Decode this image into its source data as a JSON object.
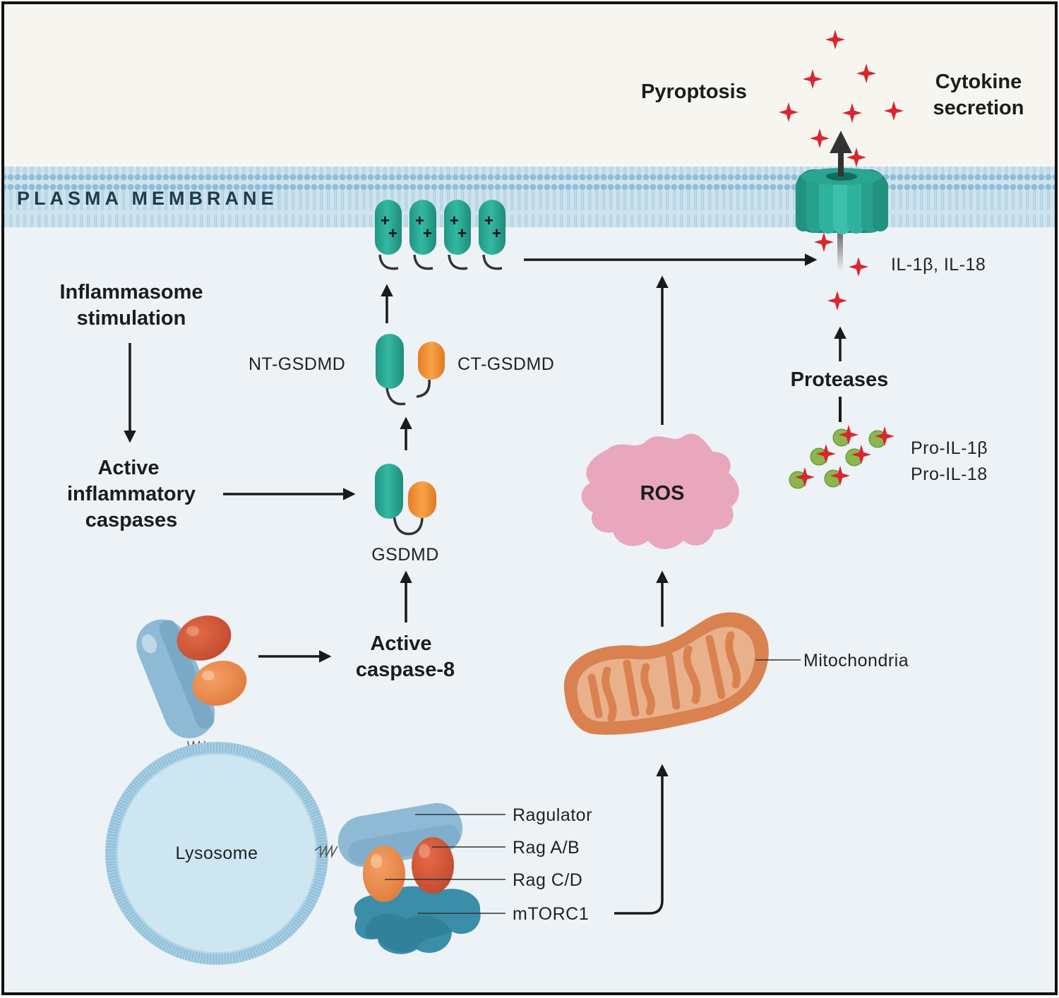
{
  "labels": {
    "plasma_membrane": "PLASMA MEMBRANE",
    "pyroptosis": "Pyroptosis",
    "cytokine_1": "Cytokine",
    "cytokine_2": "secretion",
    "il": "IL-1β, IL-18",
    "inflammasome_1": "Inflammasome",
    "inflammasome_2": "stimulation",
    "active_caspases_1": "Active",
    "active_caspases_2": "inflammatory",
    "active_caspases_3": "caspases",
    "nt_gsdmd": "NT-GSDMD",
    "ct_gsdmd": "CT-GSDMD",
    "gsdmd": "GSDMD",
    "caspase8_1": "Active",
    "caspase8_2": "caspase-8",
    "proteases": "Proteases",
    "pro_il_1b": "Pro-IL-1β",
    "pro_il_18": "Pro-IL-18",
    "ros": "ROS",
    "mitochondria": "Mitochondria",
    "lysosome": "Lysosome",
    "ragulator": "Ragulator",
    "rag_ab": "Rag A/B",
    "rag_cd": "Rag C/D",
    "mtorc1": "mTORC1"
  },
  "colors": {
    "extracellular": "#f7f5ef",
    "cytoplasm": "#edf2f6",
    "membrane": "#a9cde2",
    "membrane_text": "#1d3d4c",
    "gsdmd_teal": "#2aa896",
    "gsdmd_orange": "#ef8a2e",
    "cytokine_red": "#d9262e",
    "pro_green": "#8bb64e",
    "ros_pink": "#e8a7bd",
    "mito_orange": "#d9824f",
    "lysosome_blue": "#cde6f2",
    "ragulator_blue": "#8fbad6",
    "rag_ab_red": "#d1573a",
    "rag_cd_orange": "#e88a4c",
    "mtorc1_teal": "#3a8ea8"
  }
}
